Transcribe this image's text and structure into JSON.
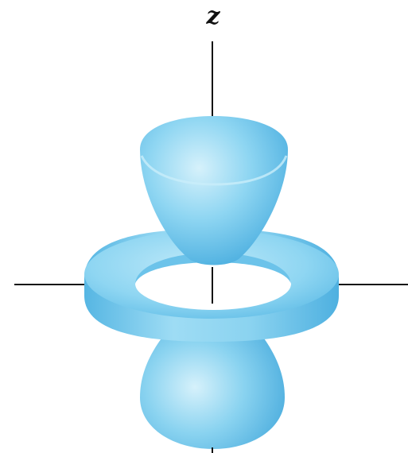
{
  "axis": {
    "z_label": "z"
  },
  "colors": {
    "orbital_light": "#b7e6f7",
    "orbital_mid": "#74cbee",
    "orbital_dark": "#3ba6dd",
    "axis_line": "#111111",
    "background": "#ffffff"
  },
  "diagram": {
    "subject": "dz2-orbital",
    "parts": [
      "upper-lobe",
      "torus-ring",
      "lower-lobe",
      "z-axis",
      "horizontal-axis"
    ]
  }
}
